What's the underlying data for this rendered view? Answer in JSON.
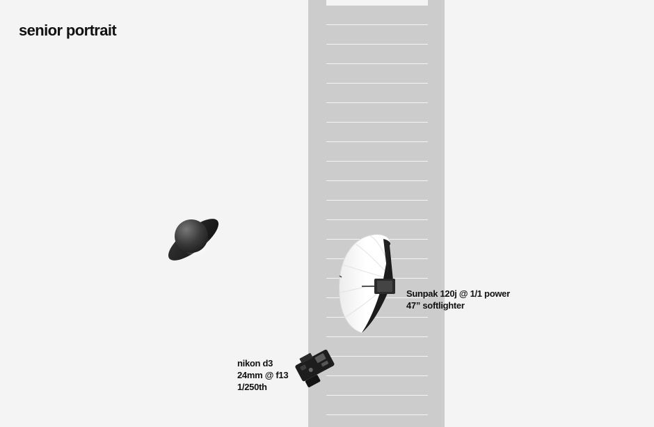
{
  "title": "senior portrait",
  "flash": {
    "line1": "Sunpak 120j @ 1/1 power",
    "line2": "47” softlighter"
  },
  "camera": {
    "line1": "nikon d3",
    "line2": "24mm @ f13",
    "line3": "1/250th"
  },
  "colors": {
    "background": "#f4f4f4",
    "tracks": "#cccccc",
    "text": "#111111"
  },
  "icons": {
    "subject": "person-top-view-icon",
    "light": "umbrella-softbox-icon",
    "flash_head": "flash-head-icon",
    "camera": "camera-top-view-icon"
  }
}
